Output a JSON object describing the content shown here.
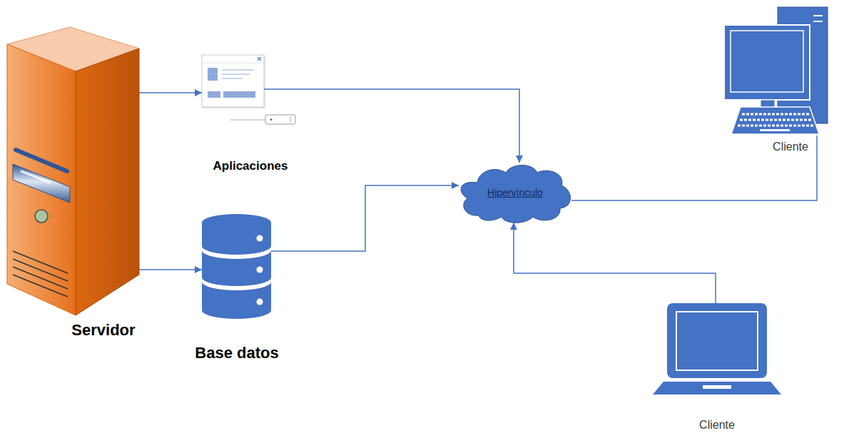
{
  "diagram": {
    "nodes": [
      {
        "text": [
          "Servidor"
        ]
      },
      {
        "text": [
          "Aplicaciones"
        ]
      },
      {
        "text": [
          "Base datos"
        ]
      },
      {
        "text": [
          "Hipervínculo"
        ]
      },
      {
        "text": [
          "Cliente"
        ]
      },
      {
        "text": [
          "Cliente"
        ]
      }
    ],
    "edges": [
      {
        "from": 0,
        "to": 1,
        "arrow": "to"
      },
      {
        "from": 0,
        "to": 2,
        "arrow": "to"
      },
      {
        "from": 1,
        "to": 3,
        "arrow": "to"
      },
      {
        "from": 2,
        "to": 3,
        "arrow": "to"
      },
      {
        "from": 3,
        "to": 4,
        "arrow": "none"
      },
      {
        "from": 5,
        "to": 3,
        "arrow": "to"
      }
    ]
  }
}
